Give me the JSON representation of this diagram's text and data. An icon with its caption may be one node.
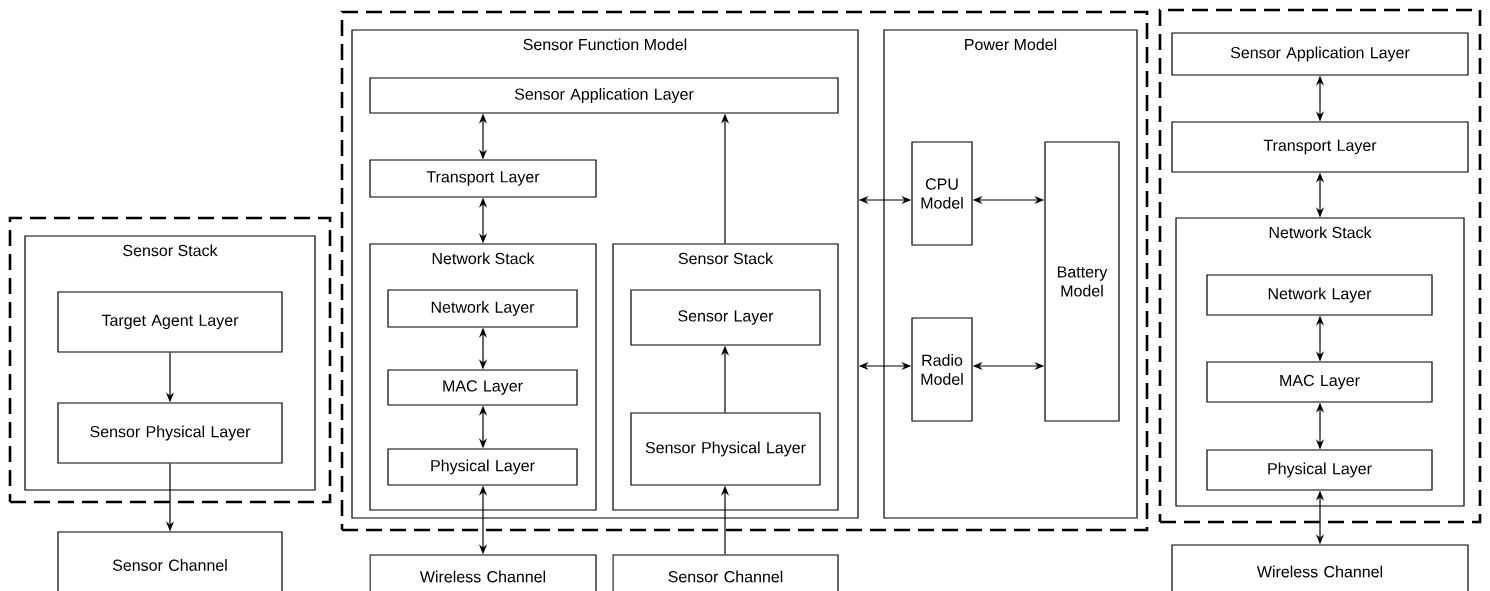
{
  "diagram": {
    "nodes": [
      {
        "text": [],
        "shape": "box"
      },
      {
        "text": [
          "Sensor Stack"
        ],
        "in": 0
      },
      {
        "text": [
          "Target Agent Layer"
        ],
        "in": 1
      },
      {
        "text": [
          "Sensor Physical Layer"
        ],
        "in": 1
      },
      {
        "text": [
          "Sensor Channel"
        ]
      },
      {
        "text": [],
        "shape": "box"
      },
      {
        "text": [
          "Sensor Function Model"
        ],
        "in": 5
      },
      {
        "text": [
          "Sensor Application Layer"
        ],
        "in": 6
      },
      {
        "text": [
          "Transport Layer"
        ],
        "in": 6
      },
      {
        "text": [
          "Network Stack"
        ],
        "in": 6
      },
      {
        "text": [
          "Network Layer"
        ],
        "in": 9
      },
      {
        "text": [
          "MAC Layer"
        ],
        "in": 9
      },
      {
        "text": [
          "Physical Layer"
        ],
        "in": 9
      },
      {
        "text": [
          "Sensor Stack"
        ],
        "in": 6
      },
      {
        "text": [
          "Sensor Layer"
        ],
        "in": 13
      },
      {
        "text": [
          "Sensor Physical Layer"
        ],
        "in": 13
      },
      {
        "text": [
          "Power Model"
        ],
        "in": 5
      },
      {
        "text": [
          "CPU Model"
        ],
        "in": 16
      },
      {
        "text": [
          "Radio Model"
        ],
        "in": 16
      },
      {
        "text": [
          "Battery Model"
        ],
        "in": 16
      },
      {
        "text": [
          "Wireless Channel"
        ]
      },
      {
        "text": [
          "Sensor Channel"
        ]
      },
      {
        "text": [],
        "shape": "box"
      },
      {
        "text": [
          "Sensor Application Layer"
        ],
        "in": 22
      },
      {
        "text": [
          "Transport Layer"
        ],
        "in": 22
      },
      {
        "text": [
          "Network Stack"
        ],
        "in": 22
      },
      {
        "text": [
          "Network Layer"
        ],
        "in": 25
      },
      {
        "text": [
          "MAC Layer"
        ],
        "in": 25
      },
      {
        "text": [
          "Physical Layer"
        ],
        "in": 25
      },
      {
        "text": [
          "Wireless Channel"
        ]
      }
    ],
    "edges": [
      {
        "from": 2,
        "to": 3,
        "arrow": "to"
      },
      {
        "from": 3,
        "to": 4,
        "arrow": "to"
      },
      {
        "from": 7,
        "to": 8,
        "arrow": "both"
      },
      {
        "from": 8,
        "to": 9,
        "arrow": "both"
      },
      {
        "from": 10,
        "to": 11,
        "arrow": "both"
      },
      {
        "from": 11,
        "to": 12,
        "arrow": "both"
      },
      {
        "from": 12,
        "to": 20,
        "arrow": "both"
      },
      {
        "from": 21,
        "to": 15,
        "arrow": "to"
      },
      {
        "from": 15,
        "to": 14,
        "arrow": "to"
      },
      {
        "from": 13,
        "to": 7,
        "arrow": "to"
      },
      {
        "from": 6,
        "to": 17,
        "arrow": "both"
      },
      {
        "from": 6,
        "to": 18,
        "arrow": "both"
      },
      {
        "from": 17,
        "to": 19,
        "arrow": "both"
      },
      {
        "from": 18,
        "to": 19,
        "arrow": "both"
      },
      {
        "from": 23,
        "to": 24,
        "arrow": "both"
      },
      {
        "from": 24,
        "to": 25,
        "arrow": "both"
      },
      {
        "from": 26,
        "to": 27,
        "arrow": "both"
      },
      {
        "from": 27,
        "to": 28,
        "arrow": "both"
      },
      {
        "from": 28,
        "to": 29,
        "arrow": "both"
      }
    ]
  }
}
